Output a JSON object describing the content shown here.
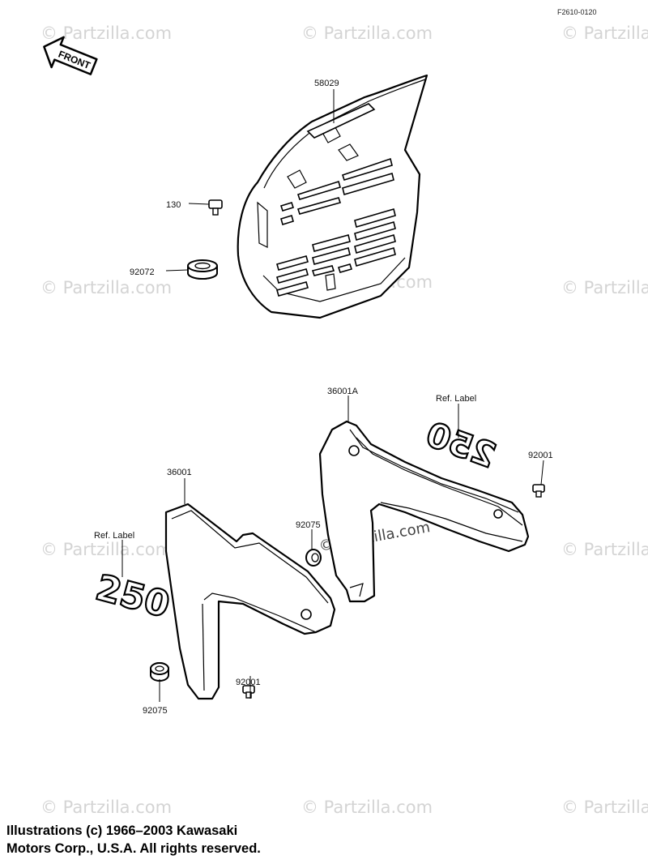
{
  "figure_code": "F2610-0120",
  "front_label": "FRONT",
  "watermark_text": "© Partzilla.com",
  "callouts": {
    "p58029": "58029",
    "p130": "130",
    "p92072": "92072",
    "p36001A": "36001A",
    "ref_label_right": "Ref.  Label",
    "p92001_right": "92001",
    "p36001": "36001",
    "p92075_mid": "92075",
    "ref_label_left": "Ref.  Label",
    "p92001_bottom": "92001",
    "p92075_bottom": "92075"
  },
  "emblem_right": "250",
  "emblem_left": "250",
  "copyright": {
    "line1": "Illustrations (c) 1966–2003 Kawasaki",
    "line2": "Motors Corp., U.S.A.  All rights reserved."
  }
}
